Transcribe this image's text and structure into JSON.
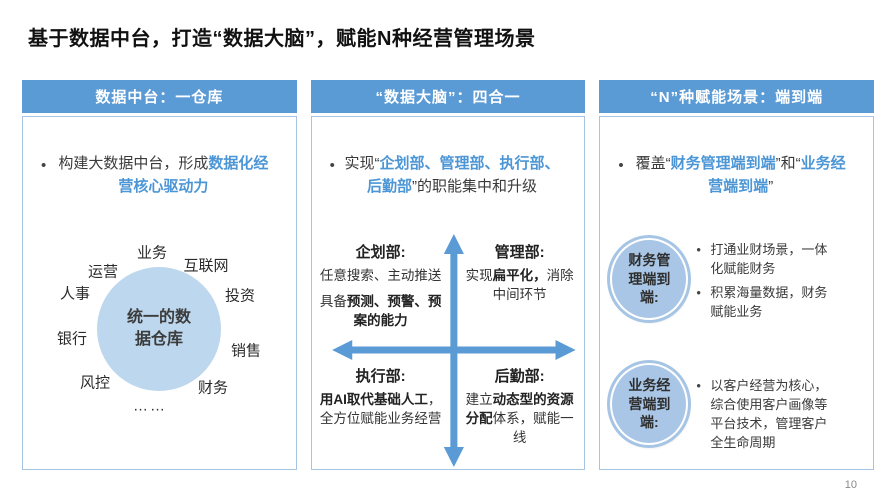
{
  "slide": {
    "title": "基于数据中台，打造“数据大脑”，赋能N种经营管理场景",
    "page_number": "10",
    "colors": {
      "header_blue": "#5B9BD5",
      "accent_blue": "#4D96D6",
      "panel_border": "#A6C5E4",
      "circle_fill": "#BDD7EE",
      "badge_fill": "#A9C6E7",
      "arrow_blue": "#5B9BD5",
      "text_dark": "#3A3A3A"
    }
  },
  "panel1": {
    "header": "数据中台：一仓库",
    "bullet": {
      "marker": "•",
      "prefix": "构建大数据中台，形成",
      "highlight": "数据化经营核心驱动力"
    },
    "circle_center": "统一的数据仓库",
    "labels": [
      "业务",
      "互联网",
      "运营",
      "人事",
      "投资",
      "银行",
      "销售",
      "风控",
      "财务",
      "……"
    ]
  },
  "panel2": {
    "header": "“数据大脑”：四合一",
    "bullet": {
      "marker": "•",
      "prefix": "实现“",
      "highlight": "企划部、管理部、执行部、后勤部",
      "suffix": "”的职能集中和升级"
    },
    "quadrants": {
      "top_left": {
        "title": "企划部:",
        "line1": "任意搜索、主动推送",
        "line2_prefix": "具备",
        "line2_bold": "预测、预警、预案的能力"
      },
      "top_right": {
        "title": "管理部:",
        "prefix": "实现",
        "bold": "扁平化，",
        "suffix": "消除中间环节"
      },
      "bottom_left": {
        "title": "执行部:",
        "bold": "用AI取代基础人工",
        "suffix": "，全方位赋能业务经营"
      },
      "bottom_right": {
        "title": "后勤部:",
        "prefix": "建立",
        "bold": "动态型的资源分配",
        "suffix": "体系，赋能一线"
      }
    }
  },
  "panel3": {
    "header": "“N”种赋能场景：端到端",
    "bullet": {
      "marker": "•",
      "prefix": "覆盖“",
      "highlight1": "财务管理端到端",
      "mid": "”和“",
      "highlight2": "业务经营端到端",
      "suffix": "”"
    },
    "sections": [
      {
        "badge": "财务管理端到端:",
        "bullets": [
          "打通业财场景，一体化赋能财务",
          "积累海量数据，财务赋能业务"
        ]
      },
      {
        "badge": "业务经营端到端:",
        "bullets": [
          "以客户经营为核心，综合使用客户画像等平台技术，管理客户全生命周期"
        ]
      }
    ]
  }
}
